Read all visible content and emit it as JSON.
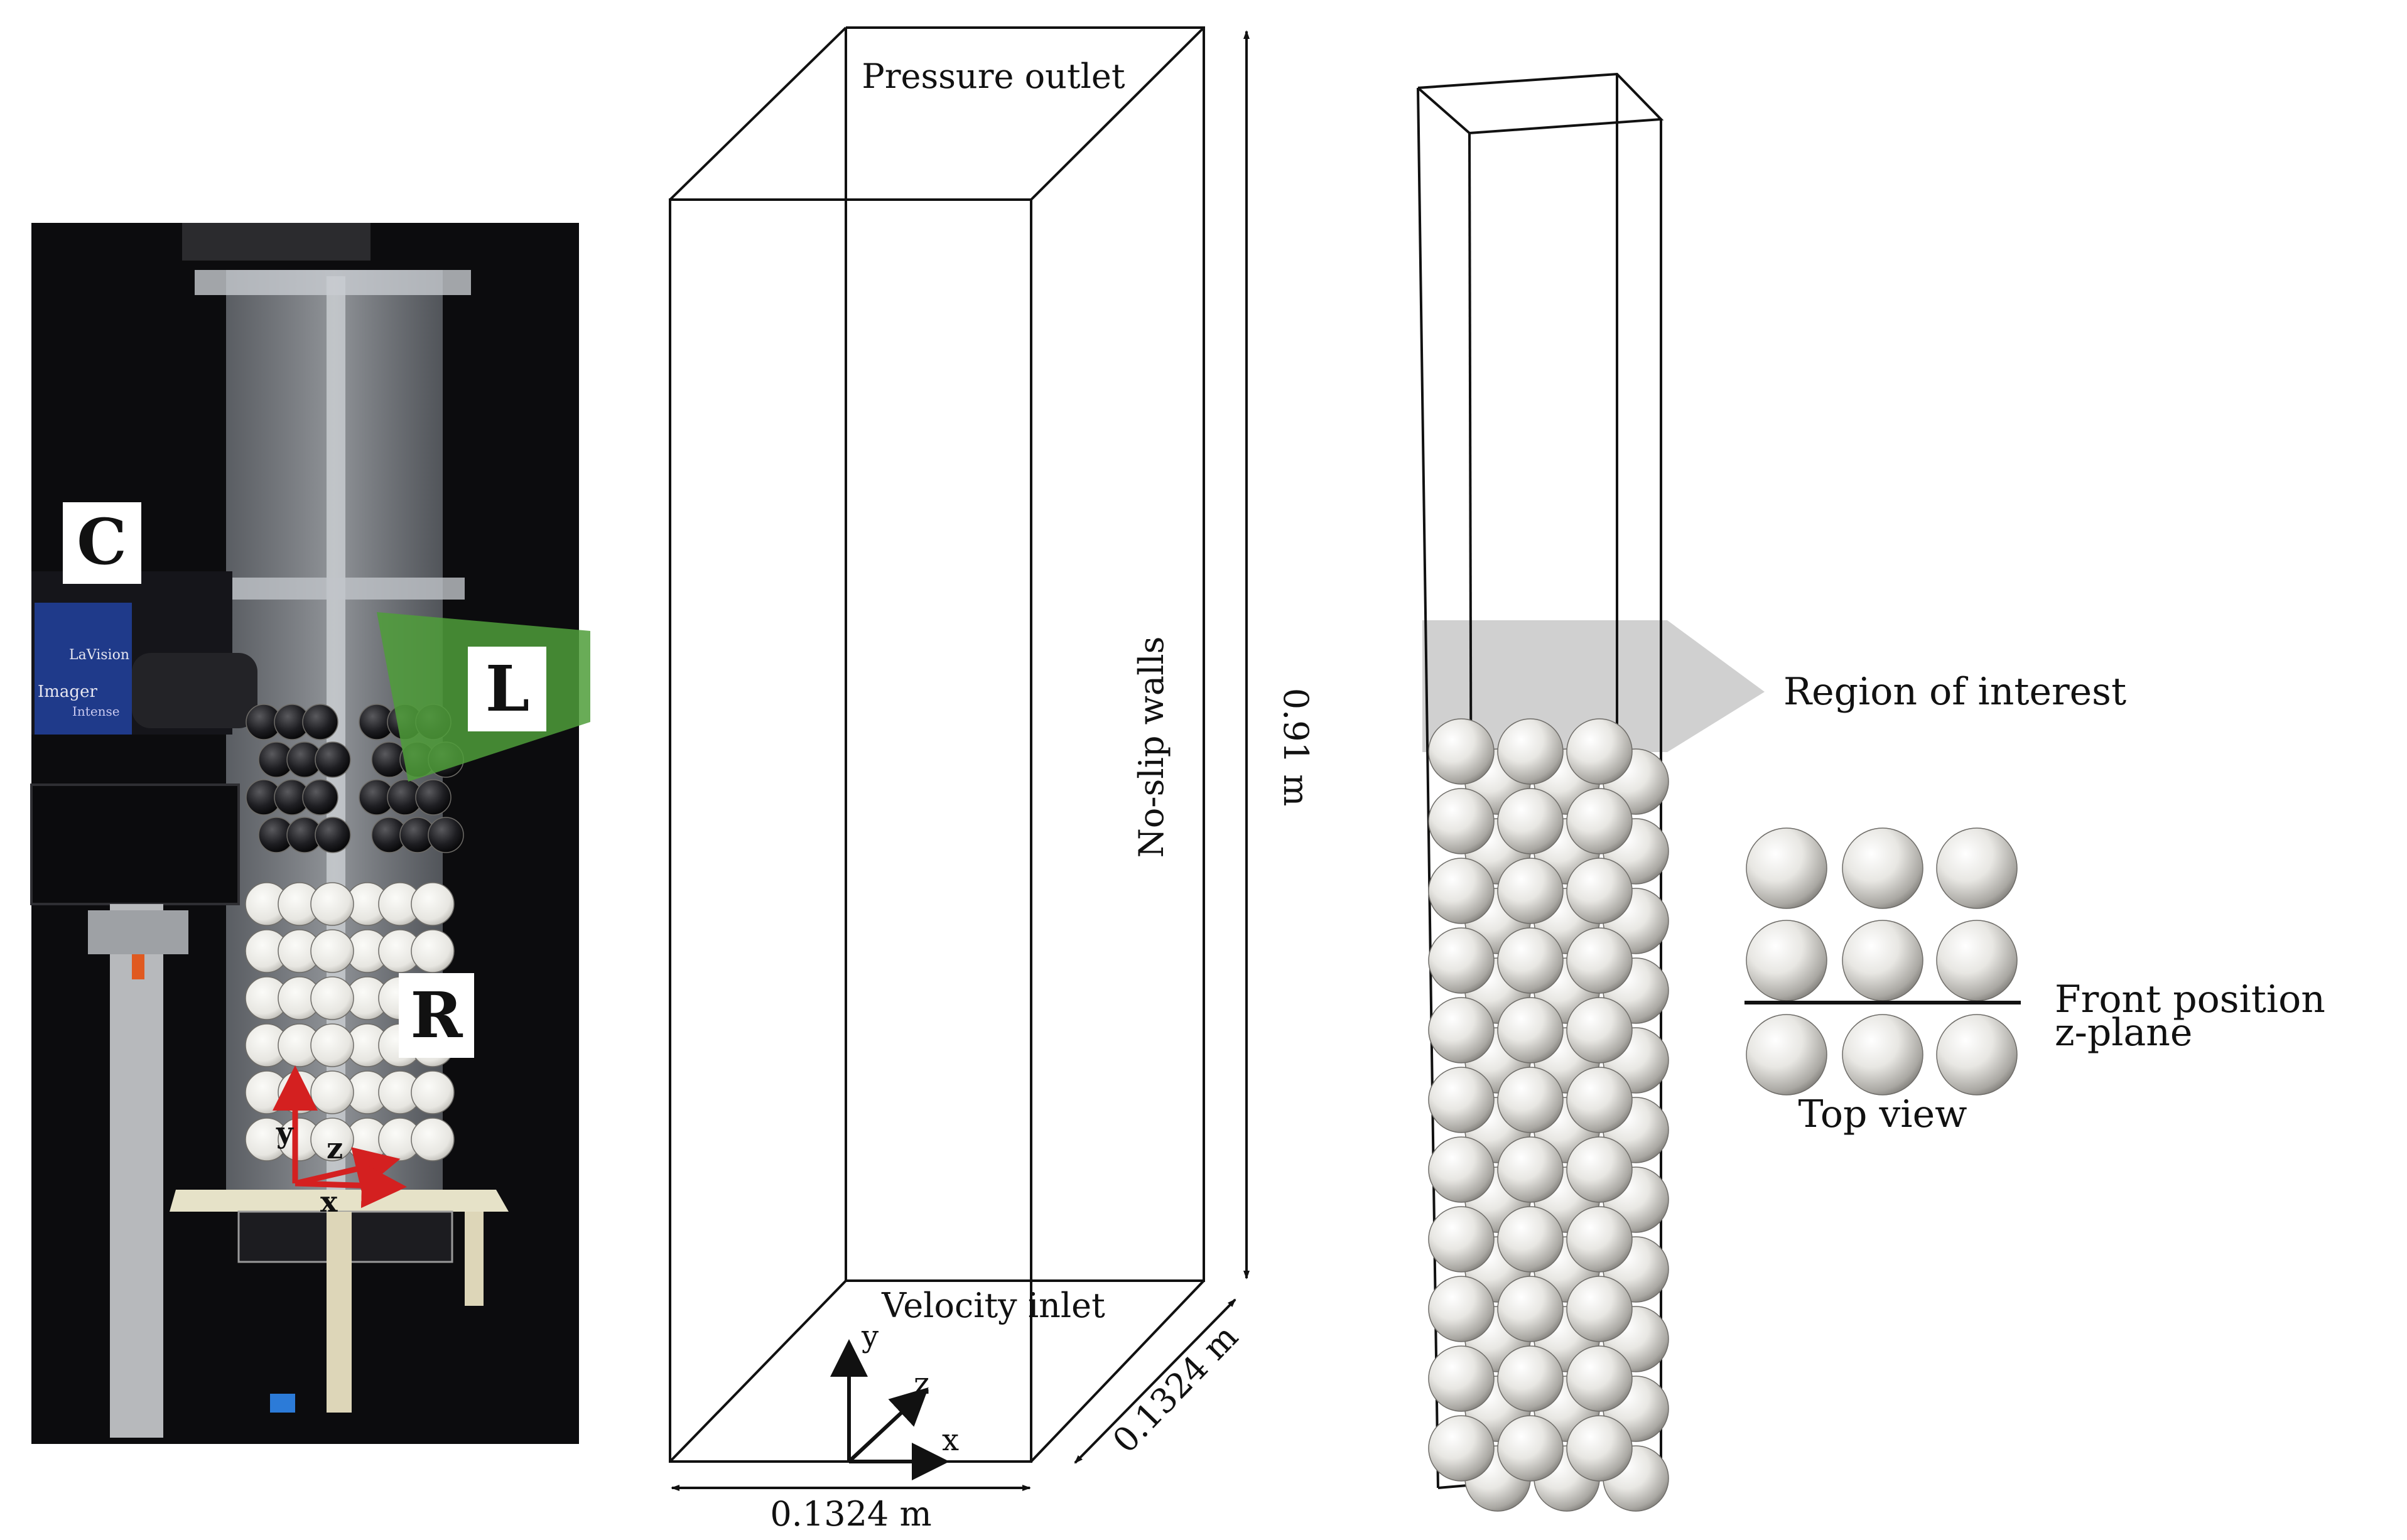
{
  "photo": {
    "camera_letter": "C",
    "laser_letter": "L",
    "rig_letter": "R",
    "brand_text": "LaVision",
    "camera_text": "Imager",
    "camera_subtext": "Intense",
    "axis_y": "y",
    "axis_z": "z",
    "axis_x": "x"
  },
  "domain_box": {
    "pressure_outlet": "Pressure outlet",
    "no_slip_walls": "No-slip walls",
    "velocity_inlet": "Velocity inlet",
    "height_dim": "0.91 m",
    "depth_dim": "0.1324 m",
    "width_dim": "0.1324 m",
    "axis_y": "y",
    "axis_z": "z",
    "axis_x": "x"
  },
  "packed_bed": {
    "region_label": "Region of interest",
    "front_position": "Front position",
    "z_plane": "z-plane",
    "top_view": "Top view"
  },
  "colors": {
    "line": "#111111",
    "sphere_light": "#f4f3f0",
    "sphere_dark": "#8c8a86",
    "roi_fill": "#c8c8c8",
    "laser_green": "#4f9d3a",
    "axis_red": "#d42020",
    "photo_bg": "#0c0c0e"
  }
}
